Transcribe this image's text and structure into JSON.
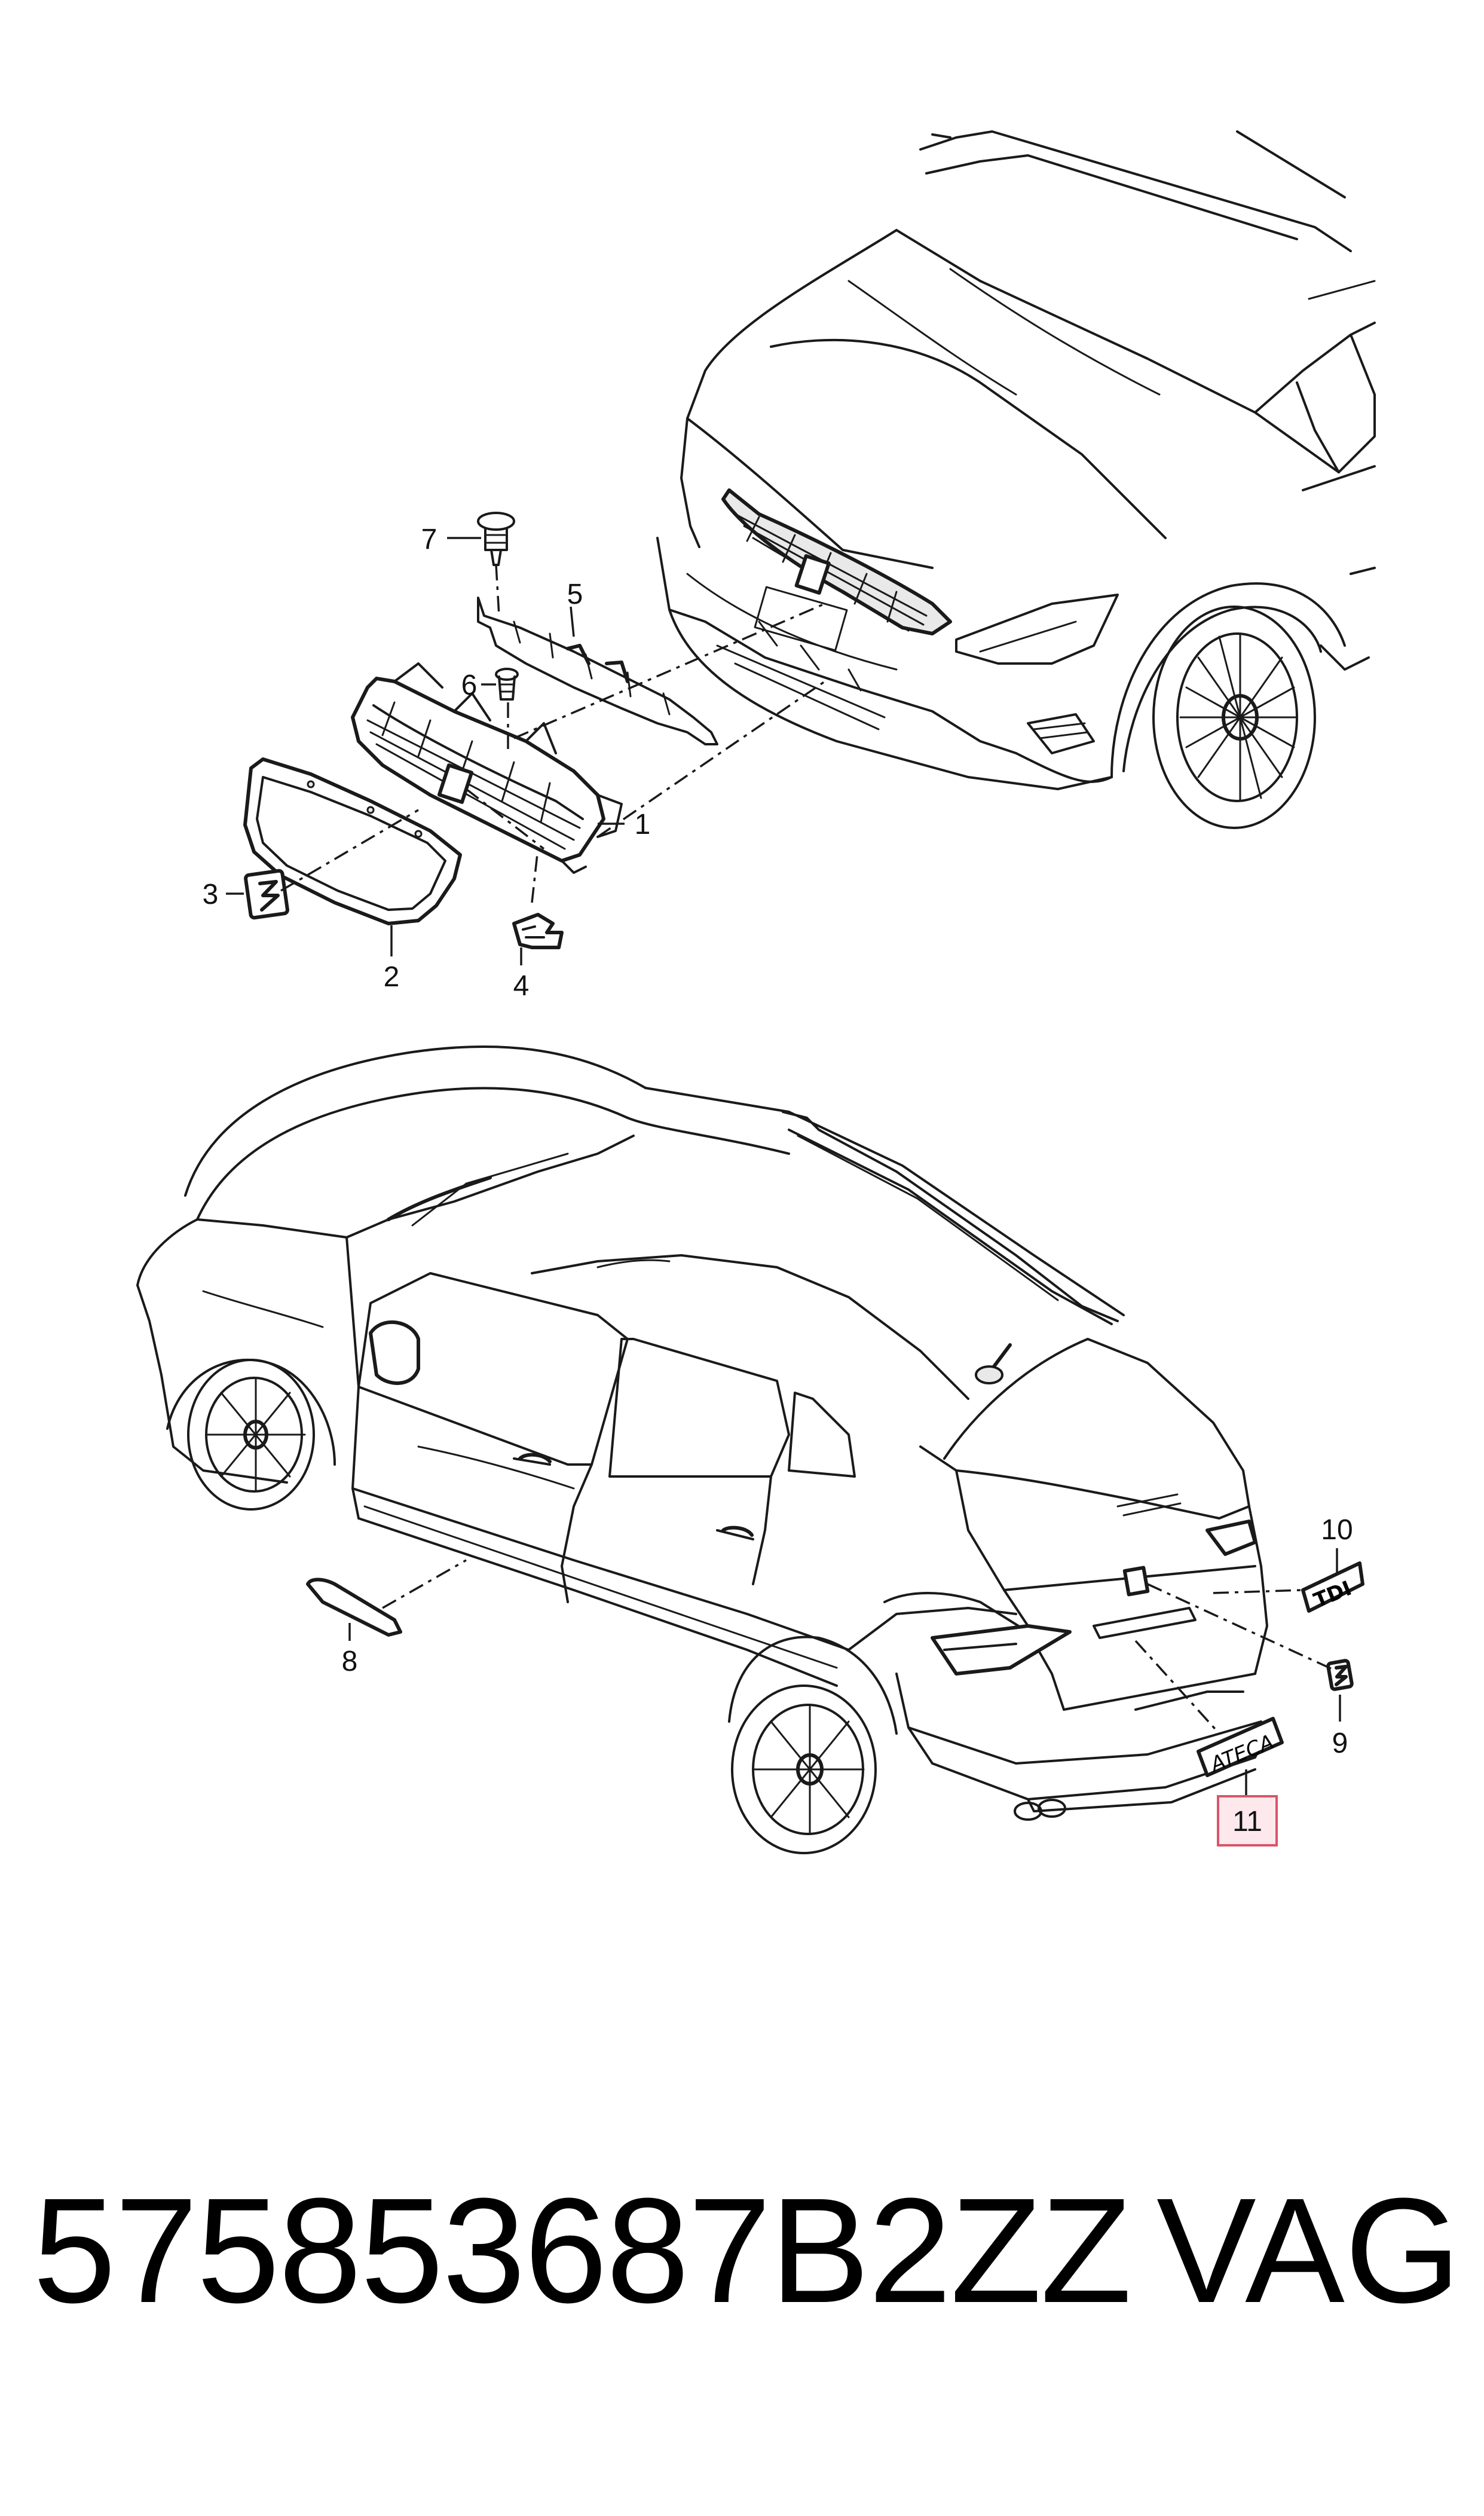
{
  "callouts": [
    {
      "id": "1",
      "label": "1"
    },
    {
      "id": "2",
      "label": "2"
    },
    {
      "id": "3",
      "label": "3"
    },
    {
      "id": "4",
      "label": "4"
    },
    {
      "id": "5",
      "label": "5"
    },
    {
      "id": "6",
      "label": "6"
    },
    {
      "id": "7",
      "label": "7"
    },
    {
      "id": "8",
      "label": "8"
    },
    {
      "id": "9",
      "label": "9"
    },
    {
      "id": "10",
      "label": "10"
    },
    {
      "id": "11",
      "label": "11",
      "highlighted": true
    }
  ],
  "badges": {
    "tdi": "TDI",
    "ateca": "ATECA"
  },
  "footer": {
    "part_number": "575853687B2ZZ",
    "brand": "VAG"
  },
  "colors": {
    "line": "#1a1a1a",
    "highlight_fill": "#fde9ec",
    "highlight_stroke": "#d9546a"
  }
}
